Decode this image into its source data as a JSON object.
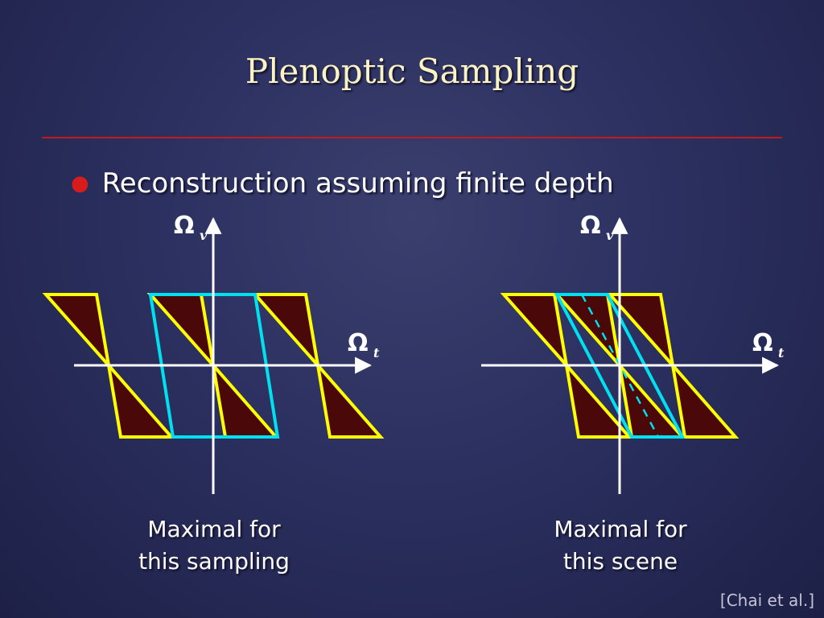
{
  "slide": {
    "title": "Plenoptic Sampling",
    "bullet": "Reconstruction assuming finite depth",
    "citation": "[Chai et al.]"
  },
  "diagrams": {
    "left": {
      "y_axis": {
        "symbol": "Ω",
        "subscript": "v"
      },
      "x_axis": {
        "symbol": "Ω",
        "subscript": "t"
      },
      "caption_line1": "Maximal for",
      "caption_line2": "this sampling"
    },
    "right": {
      "y_axis": {
        "symbol": "Ω",
        "subscript": "v"
      },
      "x_axis": {
        "symbol": "Ω",
        "subscript": "t"
      },
      "caption_line1": "Maximal for",
      "caption_line2": "this scene"
    }
  },
  "colors": {
    "spectrum_fill": "#4a0808",
    "spectrum_outline": "#ffff00",
    "filter_outline": "#00e0ee",
    "axis": "#ffffff",
    "rule": "#c41a1a",
    "title": "#fbf3c4"
  }
}
